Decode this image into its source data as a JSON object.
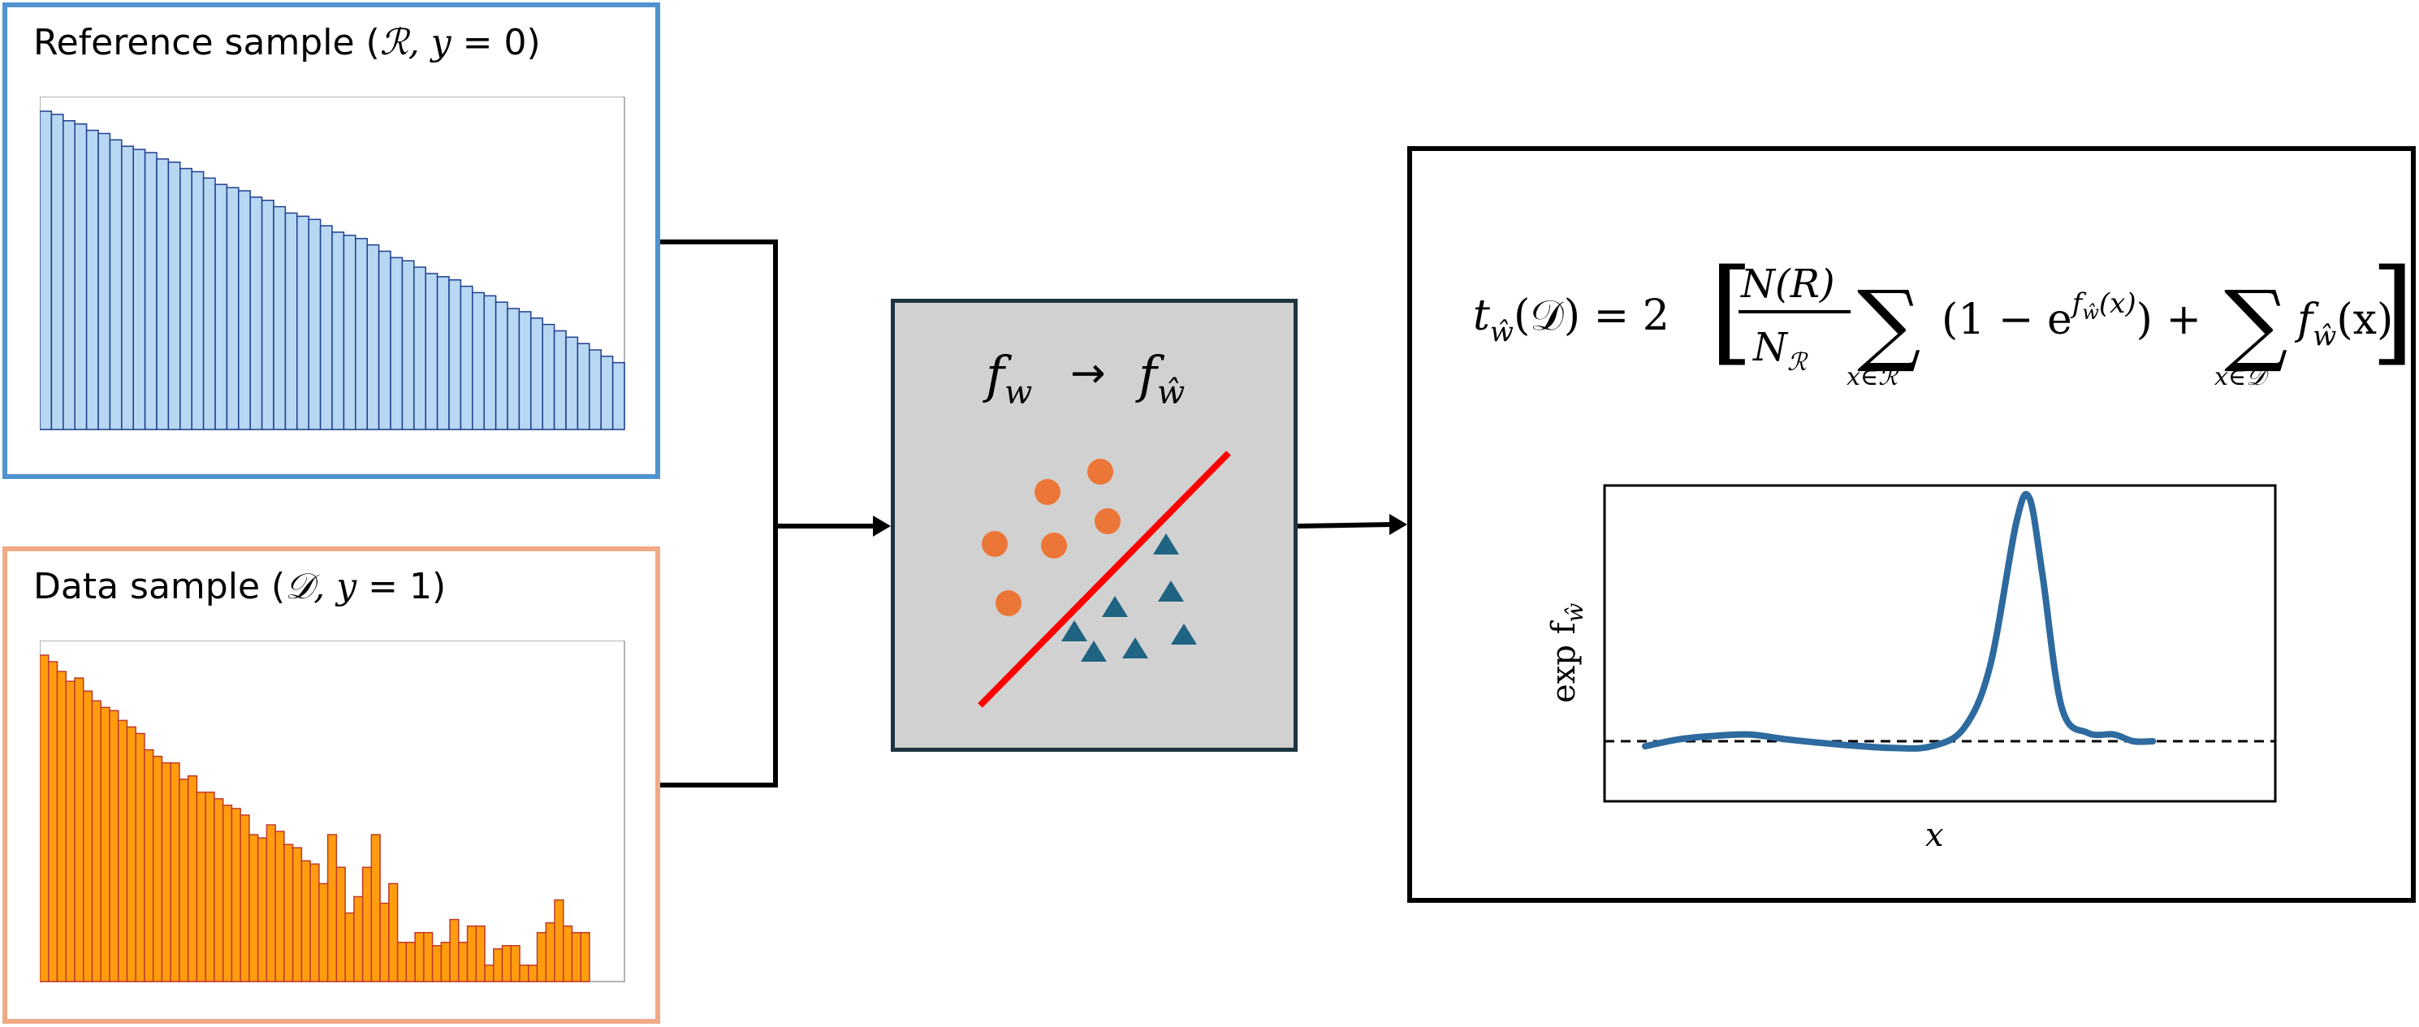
{
  "reference_panel": {
    "title_prefix": "Reference sample (",
    "title_math": "ℛ,  y",
    "title_suffix": " = 0)",
    "border_color": "#4f93d1",
    "bar_fill": "#b7d7f2",
    "bar_stroke": "#1f3f8f",
    "histogram_values": [
      100,
      99,
      97,
      96,
      94,
      93,
      91,
      89,
      88,
      87,
      85,
      84,
      82,
      81,
      79,
      77,
      76,
      75,
      73,
      72,
      70,
      68,
      67,
      66,
      64,
      62,
      61,
      60,
      58,
      56,
      54,
      53,
      51,
      49,
      48,
      47,
      45,
      43,
      42,
      40,
      38,
      37,
      35,
      33,
      31,
      29,
      27,
      25,
      23,
      21
    ]
  },
  "data_panel": {
    "title_prefix": "Data sample (",
    "title_math": "𝒟,  y",
    "title_suffix": " = 1)",
    "border_color": "#f0aa86",
    "bar_fill": "#ff9d0f",
    "bar_stroke": "#c0392b",
    "histogram_values": [
      100,
      98,
      95,
      92,
      93,
      89,
      86,
      84,
      83,
      80,
      78,
      76,
      71,
      69,
      67,
      67,
      62,
      63,
      58,
      58,
      56,
      54,
      53,
      51,
      45,
      44,
      48,
      46,
      42,
      41,
      37,
      36,
      30,
      45,
      35,
      21,
      26,
      35,
      45,
      24,
      30,
      12,
      12,
      15,
      15,
      11,
      12,
      19,
      12,
      17,
      17,
      5,
      10,
      11,
      11,
      5,
      5,
      15,
      18,
      25,
      17,
      15,
      15,
      0,
      0,
      0,
      0
    ]
  },
  "network_box": {
    "label_from": "f",
    "label_from_sub": "w",
    "arrow": "→",
    "label_to": "f",
    "label_to_sub": "ŵ",
    "circle_color": "#ec7638",
    "triangle_color": "#1f6482",
    "line_color": "#ff0000"
  },
  "result_box": {
    "formula": {
      "lhs": "t",
      "lhs_sub": "ŵ",
      "lhs_arg": "(𝒟) = 2",
      "frac_num": "N(R)",
      "frac_den": "N",
      "frac_den_sub": "ℛ",
      "sum1_sub": "x∈ℛ",
      "term1": "(1 − e",
      "term1_exp": "f",
      "term1_exp_sub": "ŵ",
      "term1_exp_arg": "(x)",
      "term1_close": ") +",
      "sum2_sub": "x∈𝒟",
      "term2": "f",
      "term2_sub": "ŵ",
      "term2_arg": "(x)",
      "sum_symbol": "∑"
    },
    "plot": {
      "ylabel": "exp f",
      "ylabel_sub": "ŵ",
      "xlabel": "x",
      "curve_color": "#2d6a9f",
      "baseline_style": "dashed",
      "curve": [
        [
          0,
          0.97
        ],
        [
          0.05,
          1.01
        ],
        [
          0.1,
          1.03
        ],
        [
          0.16,
          1.04
        ],
        [
          0.22,
          1.01
        ],
        [
          0.3,
          0.98
        ],
        [
          0.38,
          0.96
        ],
        [
          0.44,
          0.97
        ],
        [
          0.49,
          1.08
        ],
        [
          0.53,
          1.45
        ],
        [
          0.57,
          2.3
        ],
        [
          0.59,
          2.45
        ],
        [
          0.61,
          2.0
        ],
        [
          0.64,
          1.2
        ],
        [
          0.68,
          1.05
        ],
        [
          0.72,
          1.04
        ],
        [
          0.75,
          1.0
        ],
        [
          0.78,
          1.0
        ]
      ]
    }
  },
  "arrows": {
    "color": "#000000"
  }
}
